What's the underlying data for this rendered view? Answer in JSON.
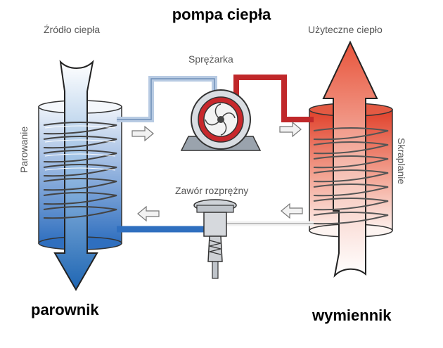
{
  "title": "pompa ciepła",
  "labels": {
    "source_heat": "Źródło ciepła",
    "useful_heat": "Użyteczne ciepło",
    "compressor": "Sprężarka",
    "expansion_valve": "Zawór rozprężny",
    "evaporation": "Parowanie",
    "condensation": "Skraplanie",
    "evaporator": "parownik",
    "exchanger": "wymiennik"
  },
  "colors": {
    "cold_top": "#e6edf7",
    "cold_bottom": "#2f6fbf",
    "hot_top": "#e0402a",
    "hot_bottom": "#fbe8e2",
    "pipe_cold": "#9fb8d8",
    "pipe_hot": "#c0282a"
  },
  "icons": {
    "arrow_down_blue": "arrow-down-icon",
    "arrow_up_red": "arrow-up-icon",
    "flow_arrow": "flow-arrow-icon",
    "compressor": "compressor-icon",
    "valve": "expansion-valve-icon"
  }
}
